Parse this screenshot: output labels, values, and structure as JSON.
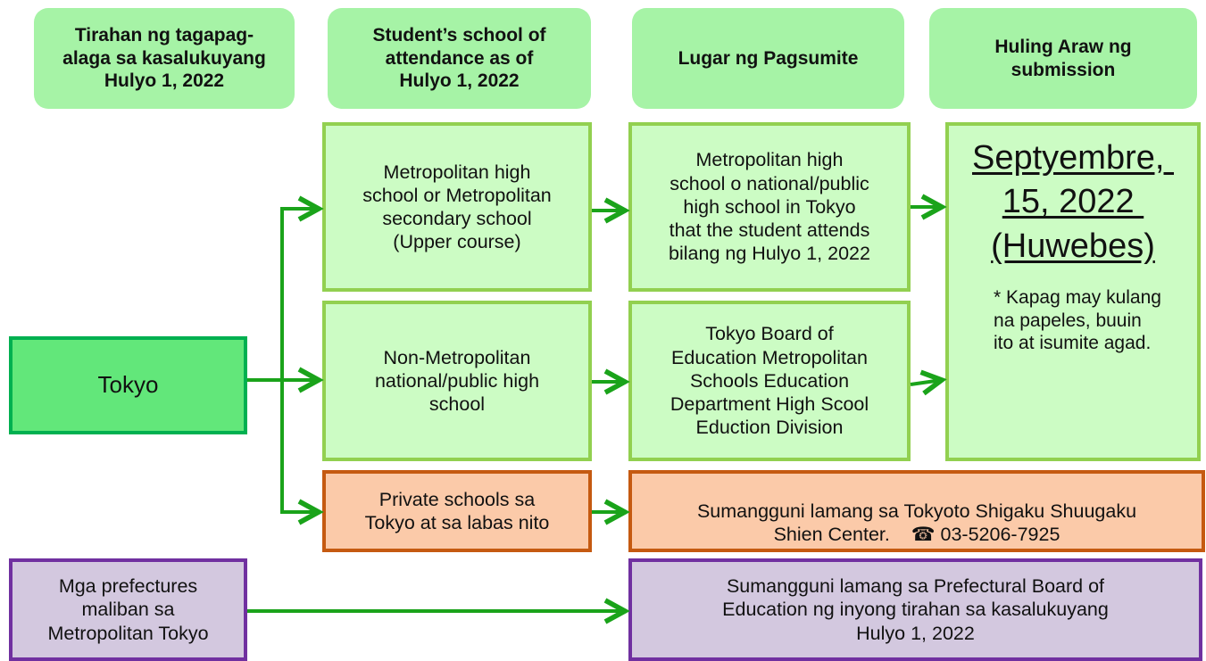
{
  "headers": {
    "col1": "Tirahan ng tagapag-\nalaga sa kasalukuyang\nHulyo 1, 2022",
    "col2": "Student’s school of\nattendance as of\nHulyo 1, 2022",
    "col3": "Lugar ng Pagsumite",
    "col4": "Huling Araw ng\nsubmission"
  },
  "residence": {
    "tokyo": "Tokyo",
    "other": "Mga prefectures\nmaliban sa\nMetropolitan Tokyo"
  },
  "schools": {
    "metro": "Metropolitan high\nschool or Metropolitan\nsecondary school\n(Upper course)",
    "non_metro": "Non-Metropolitan\nnational/public high\nschool",
    "private": "Private schools sa\nTokyo at sa labas nito"
  },
  "submission": {
    "metro": "Metropolitan high\nschool o national/public\nhigh school in Tokyo\nthat the student attends\nbilang ng Hulyo 1, 2022",
    "board": "Tokyo Board of\nEducation Metropolitan\nSchools Education\nDepartment High Scool\nEduction Division",
    "private_text": "Sumangguni lamang sa Tokyoto Shigaku Shuugaku\nShien Center.",
    "private_phone": "03-5206-7925",
    "prefecture": "Sumangguni lamang sa Prefectural Board of\nEducation ng inyong tirahan sa kasalukuyang\nHulyo 1, 2022"
  },
  "deadline": {
    "line1": "Septyembre, ",
    "line2": "15, 2022 ",
    "line3": "(Huwebes)",
    "note": "* Kapag may kulang\n  na papeles, buuin\n  ito at isumite agad."
  },
  "icons": {
    "phone": "☎"
  },
  "colors": {
    "header_fill": "#a6f3a6",
    "green_fill": "#ccfcc4",
    "green_border": "#92d050",
    "tokyo_fill": "#62e77a",
    "tokyo_border": "#00b050",
    "private_fill": "#fbcaa9",
    "private_border": "#c55a11",
    "prefecture_fill": "#d3c8df",
    "prefecture_border": "#7030a0",
    "arrow": "#1aa31a"
  }
}
